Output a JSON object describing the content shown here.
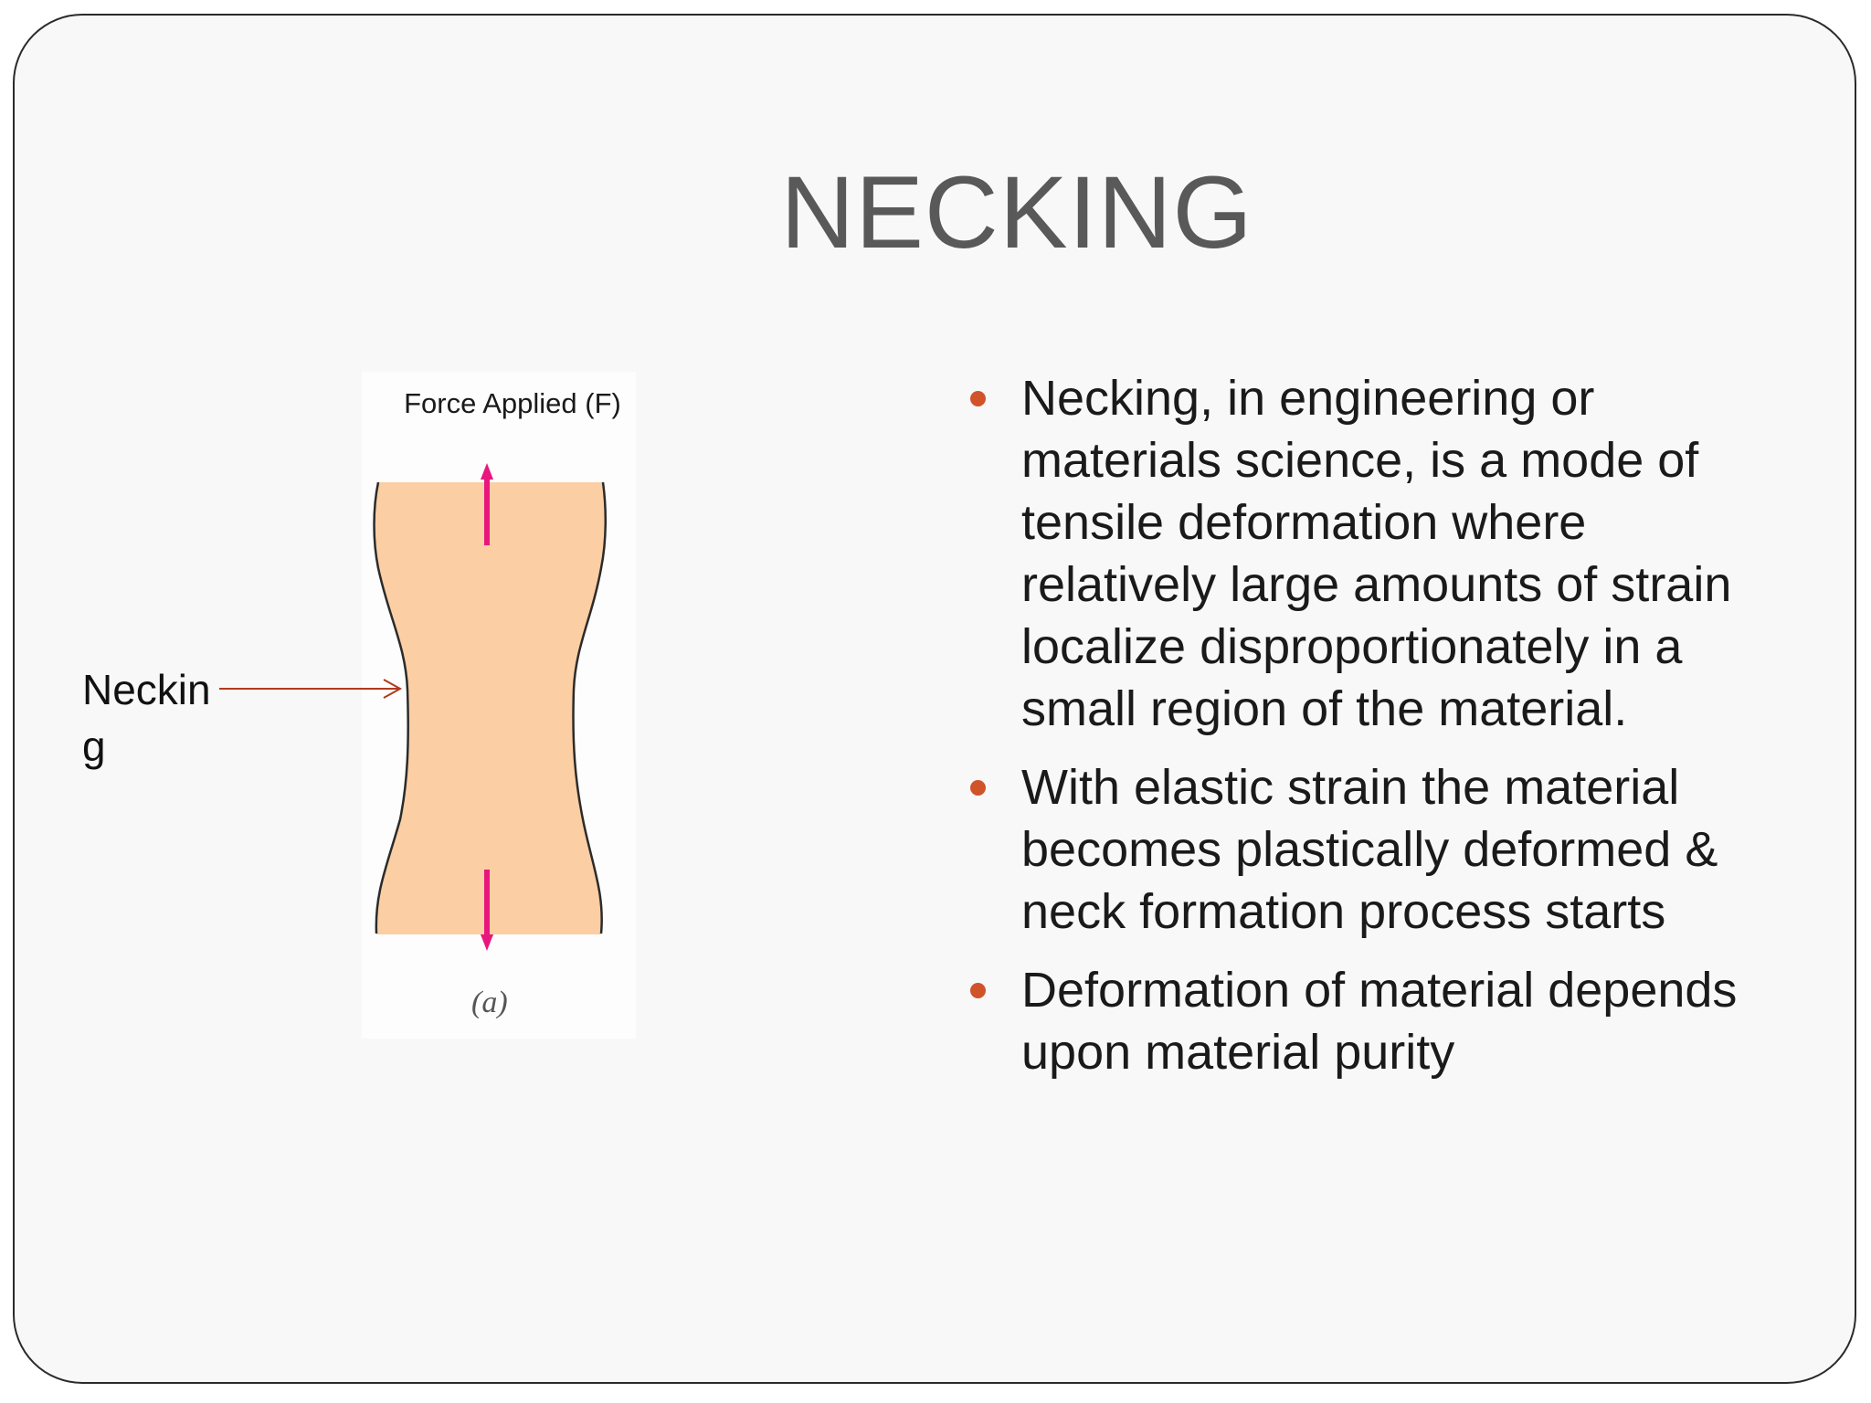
{
  "slide": {
    "title": "NECKING",
    "figure": {
      "force_label": "Force Applied (F)",
      "necking_label": "Necking",
      "caption": "(a)",
      "specimen_color": "#fbcea3",
      "arrow_color": "#e8177d",
      "pointer_color": "#b03a1c"
    },
    "bullets": [
      "Necking, in engineering or materials science, is a mode of tensile deformation where relatively large amounts of strain localize disproportionately in a small region of the material.",
      "With elastic strain the material becomes plastically deformed & neck formation process starts",
      "Deformation of material depends upon material purity"
    ],
    "bullet_color": "#d0532a"
  }
}
